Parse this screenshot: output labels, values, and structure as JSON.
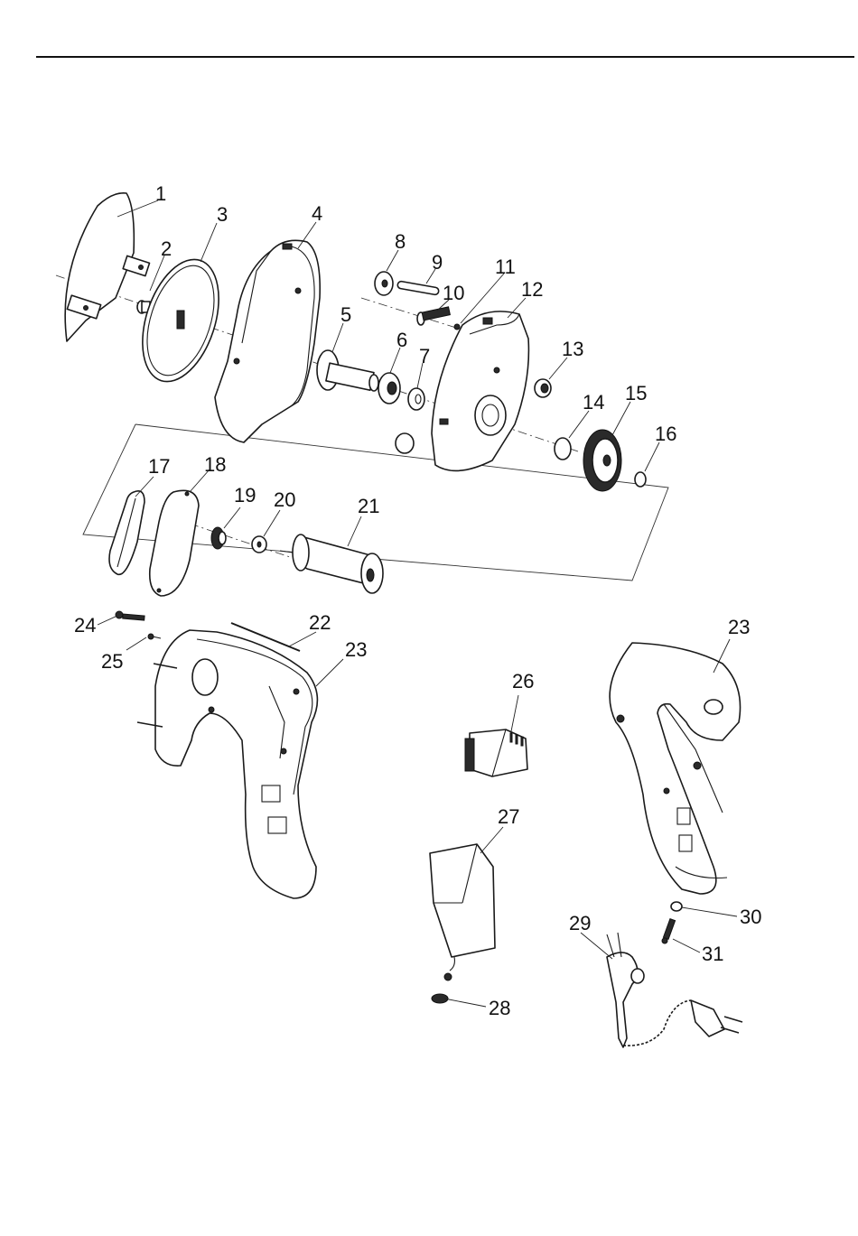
{
  "diagram": {
    "type": "exploded-parts-view",
    "callouts": [
      {
        "id": "1",
        "text": "1"
      },
      {
        "id": "2",
        "text": "2"
      },
      {
        "id": "3",
        "text": "3"
      },
      {
        "id": "4",
        "text": "4"
      },
      {
        "id": "5",
        "text": "5"
      },
      {
        "id": "6",
        "text": "6"
      },
      {
        "id": "7",
        "text": "7"
      },
      {
        "id": "8",
        "text": "8"
      },
      {
        "id": "9",
        "text": "9"
      },
      {
        "id": "10",
        "text": "10"
      },
      {
        "id": "11",
        "text": "11"
      },
      {
        "id": "12",
        "text": "12"
      },
      {
        "id": "13",
        "text": "13"
      },
      {
        "id": "14",
        "text": "14"
      },
      {
        "id": "15",
        "text": "15"
      },
      {
        "id": "16",
        "text": "16"
      },
      {
        "id": "17",
        "text": "17"
      },
      {
        "id": "18",
        "text": "18"
      },
      {
        "id": "19",
        "text": "19"
      },
      {
        "id": "20",
        "text": "20"
      },
      {
        "id": "21",
        "text": "21"
      },
      {
        "id": "22",
        "text": "22"
      },
      {
        "id": "23a",
        "text": "23"
      },
      {
        "id": "23b",
        "text": "23"
      },
      {
        "id": "24",
        "text": "24"
      },
      {
        "id": "25",
        "text": "25"
      },
      {
        "id": "26",
        "text": "26"
      },
      {
        "id": "27",
        "text": "27"
      },
      {
        "id": "28",
        "text": "28"
      },
      {
        "id": "29",
        "text": "29"
      },
      {
        "id": "30",
        "text": "30"
      },
      {
        "id": "31",
        "text": "31"
      }
    ]
  }
}
